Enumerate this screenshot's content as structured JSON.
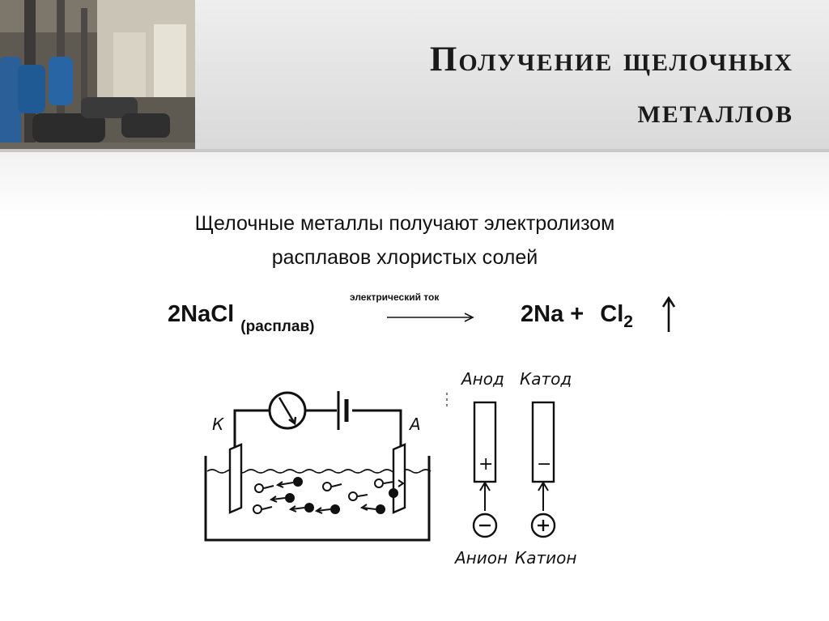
{
  "slide": {
    "title_line1": "Получение щелочных",
    "title_line2": "металлов",
    "intro_line1": "Щелочные металлы получают электролизом",
    "intro_line2": "расплавов  хлористых солей"
  },
  "equation": {
    "reactant": "2NaCl",
    "reactant_state": "(расплав)",
    "arrow_label": "электрический ток",
    "products_na": "2Na +",
    "products_cl": "Cl",
    "products_cl_sub": "2"
  },
  "diagram": {
    "cathode_letter": "К",
    "anode_letter": "А",
    "anode_heading": "Анод",
    "cathode_heading": "Катод",
    "anion_label": "Анион",
    "cation_label": "Катион",
    "plus_sign": "+",
    "minus_sign": "−"
  }
}
